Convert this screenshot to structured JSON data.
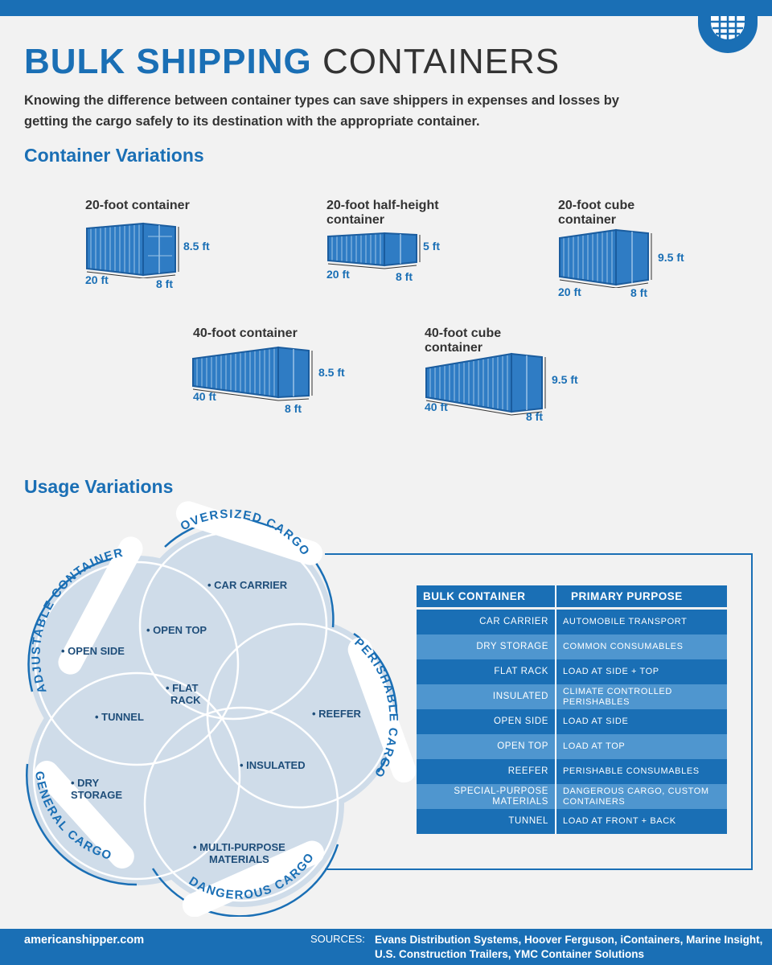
{
  "header": {
    "title_bold": "BULK SHIPPING",
    "title_light": "CONTAINERS",
    "intro": "Knowing the difference between container types can save shippers in expenses and losses by getting the cargo safely to its destination with the appropriate container.",
    "logo_icon": "grid-globe-icon"
  },
  "container_section": {
    "heading": "Container Variations",
    "containers": [
      {
        "title": "20-foot container",
        "length": "20 ft",
        "width": "8 ft",
        "height": "8.5 ft"
      },
      {
        "title": "20-foot half-height container",
        "length": "20 ft",
        "width": "8 ft",
        "height": "5 ft"
      },
      {
        "title": "20-foot cube container",
        "length": "20 ft",
        "width": "8 ft",
        "height": "9.5 ft"
      },
      {
        "title": "40-foot container",
        "length": "40 ft",
        "width": "8 ft",
        "height": "8.5 ft"
      },
      {
        "title": "40-foot cube container",
        "length": "40 ft",
        "width": "8 ft",
        "height": "9.5 ft"
      }
    ]
  },
  "usage_section": {
    "heading": "Usage Variations",
    "circles": [
      "OVERSIZED CARGO",
      "ADJUSTABLE CONTAINER",
      "PERISHABLE CARGO",
      "GENERAL CARGO",
      "DANGEROUS CARGO"
    ],
    "items": {
      "car_carrier": "• CAR CARRIER",
      "open_top": "• OPEN TOP",
      "open_side": "• OPEN SIDE",
      "flat_rack_1": "• FLAT",
      "flat_rack_2": "RACK",
      "reefer": "• REEFER",
      "tunnel": "• TUNNEL",
      "insulated": "• INSULATED",
      "dry_storage_1": "• DRY",
      "dry_storage_2": "STORAGE",
      "multi_purpose_1": "• MULTI-PURPOSE",
      "multi_purpose_2": "MATERIALS"
    },
    "table": {
      "headers": [
        "BULK CONTAINER",
        "PRIMARY PURPOSE"
      ],
      "rows": [
        {
          "container": "CAR CARRIER",
          "purpose": "AUTOMOBILE TRANSPORT"
        },
        {
          "container": "DRY STORAGE",
          "purpose": "COMMON CONSUMABLES"
        },
        {
          "container": "FLAT RACK",
          "purpose": "LOAD AT SIDE + TOP"
        },
        {
          "container": "INSULATED",
          "purpose": "CLIMATE CONTROLLED PERISHABLES"
        },
        {
          "container": "OPEN SIDE",
          "purpose": "LOAD AT SIDE"
        },
        {
          "container": "OPEN TOP",
          "purpose": "LOAD AT TOP"
        },
        {
          "container": "REEFER",
          "purpose": "PERISHABLE CONSUMABLES"
        },
        {
          "container": "SPECIAL-PURPOSE MATERIALS",
          "purpose": "DANGEROUS CARGO, CUSTOM CONTAINERS"
        },
        {
          "container": "TUNNEL",
          "purpose": "LOAD AT FRONT + BACK"
        }
      ]
    }
  },
  "footer": {
    "site": "americanshipper.com",
    "sources_label": "SOURCES:",
    "sources": "Evans Distribution Systems, Hoover Ferguson,  iContainers, Marine Insight, U.S. Construction Trailers, YMC Container Solutions"
  },
  "colors": {
    "accent": "#1a6fb5",
    "light_row": "#4f96cf",
    "venn_fill": "#cfdce9",
    "background": "#f2f2f2"
  }
}
